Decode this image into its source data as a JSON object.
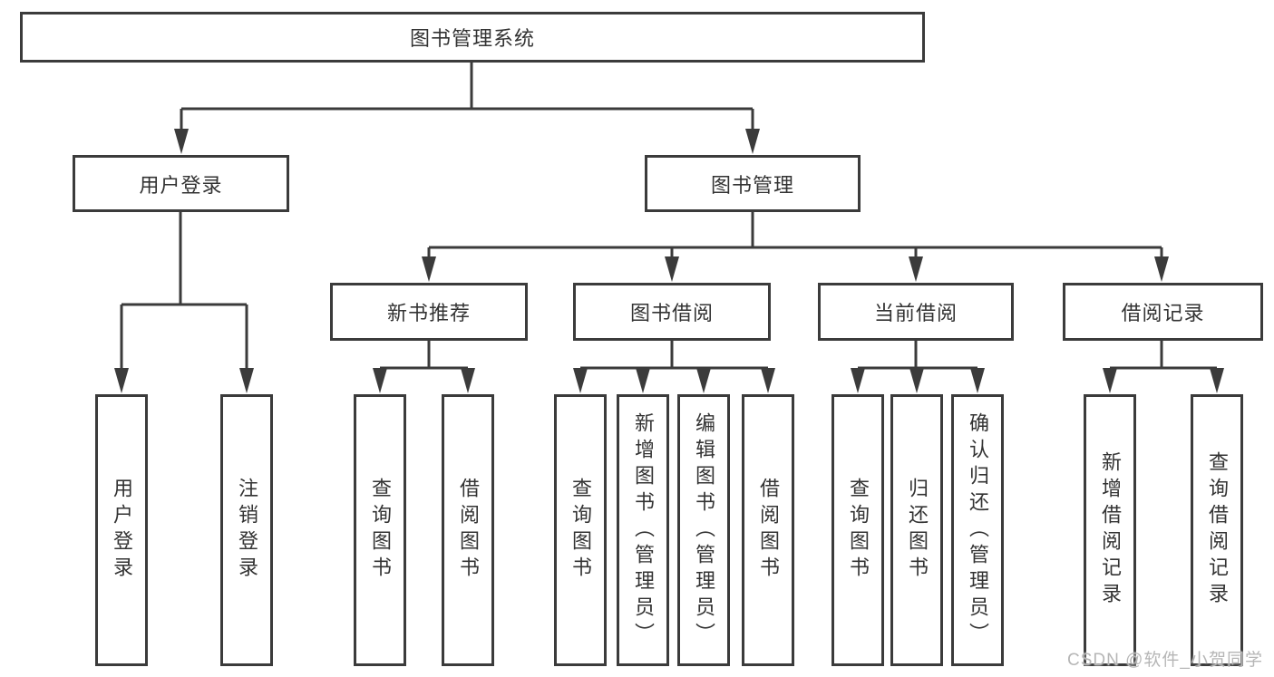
{
  "diagram": {
    "type": "functional-structure-tree",
    "root": {
      "label": "图书管理系统"
    },
    "branches": [
      {
        "label": "用户登录",
        "children": [
          {
            "label": "用户登录"
          },
          {
            "label": "注销登录"
          }
        ]
      },
      {
        "label": "图书管理",
        "children": [
          {
            "label": "新书推荐",
            "children": [
              {
                "label": "查询图书"
              },
              {
                "label": "借阅图书"
              }
            ]
          },
          {
            "label": "图书借阅",
            "children": [
              {
                "label": "查询图书"
              },
              {
                "label": "新增图书（管理员）"
              },
              {
                "label": "编辑图书（管理员）"
              },
              {
                "label": "借阅图书"
              }
            ]
          },
          {
            "label": "当前借阅",
            "children": [
              {
                "label": "查询图书"
              },
              {
                "label": "归还图书"
              },
              {
                "label": "确认归还（管理员）"
              }
            ]
          },
          {
            "label": "借阅记录",
            "children": [
              {
                "label": "新增借阅记录"
              },
              {
                "label": "查询借阅记录"
              }
            ]
          }
        ]
      }
    ]
  },
  "watermark": "CSDN @软件_小贺同学",
  "colors": {
    "line": "#3b3b3b",
    "text": "#333333",
    "watermark": "#b6b6b6",
    "background": "#ffffff"
  }
}
